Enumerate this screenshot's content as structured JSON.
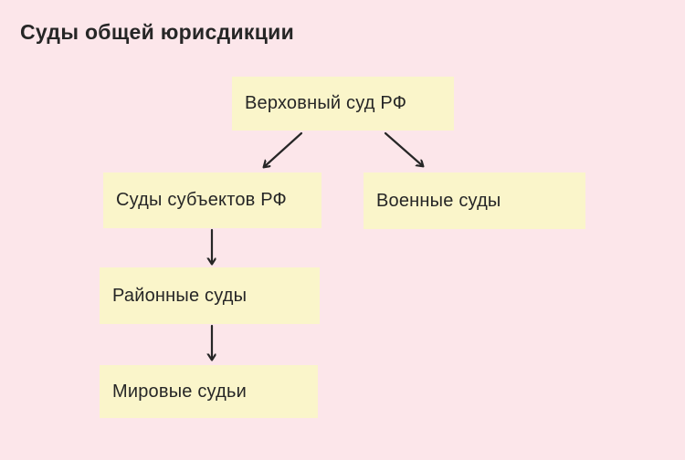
{
  "title": "Суды общей юрисдикции",
  "colors": {
    "background": "#fce6ea",
    "node_fill": "#faf5ca",
    "text": "#262626",
    "arrow": "#262626"
  },
  "diagram": {
    "nodes": [
      {
        "id": "supreme-court",
        "label": "Верховный суд РФ"
      },
      {
        "id": "subject-courts",
        "label": "Суды субъектов РФ"
      },
      {
        "id": "military-courts",
        "label": "Военные суды"
      },
      {
        "id": "district-courts",
        "label": "Районные суды"
      },
      {
        "id": "magistrates",
        "label": "Мировые судьи"
      }
    ],
    "edges": [
      {
        "from": "supreme-court",
        "to": "subject-courts"
      },
      {
        "from": "supreme-court",
        "to": "military-courts"
      },
      {
        "from": "subject-courts",
        "to": "district-courts"
      },
      {
        "from": "district-courts",
        "to": "magistrates"
      }
    ]
  }
}
